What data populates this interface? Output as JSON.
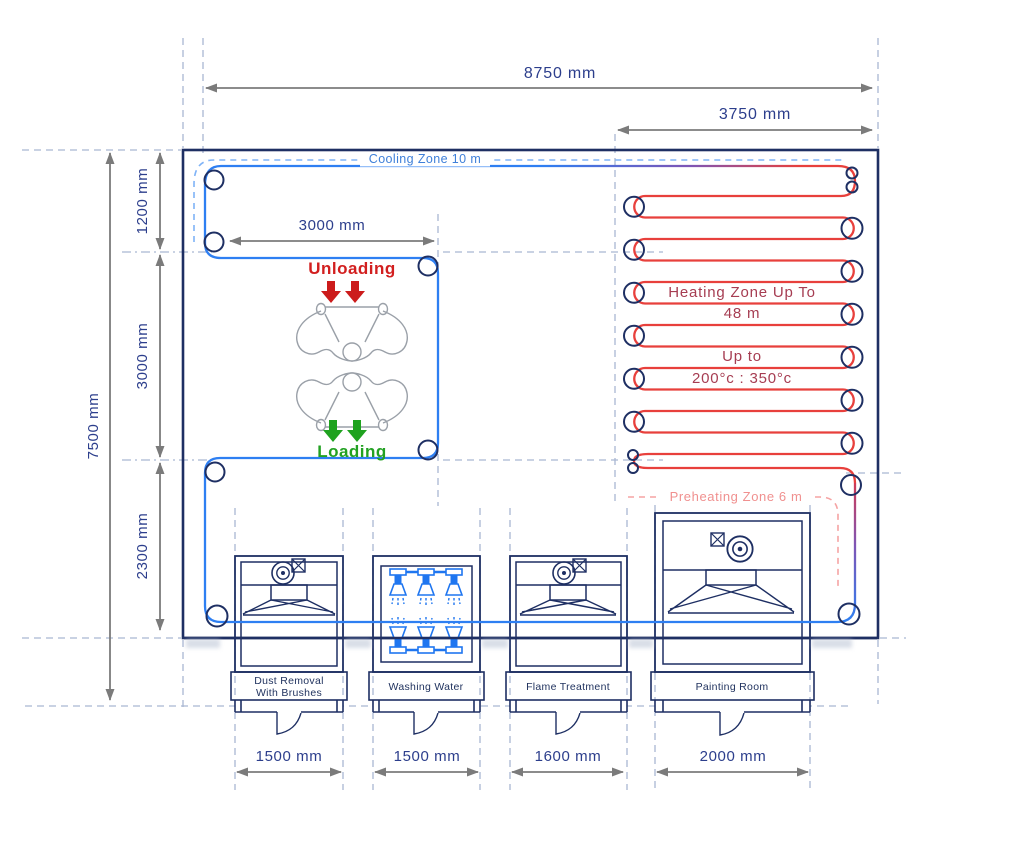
{
  "dimensions": {
    "overall_width": "8750 mm",
    "heating_zone_width": "3750 mm",
    "overall_height": "7500 mm",
    "cooling_band_height": "1200 mm",
    "work_area_height": "3000 mm",
    "lower_band_height": "2300 mm",
    "work_area_width": "3000 mm"
  },
  "zones": {
    "cooling_label": "Cooling Zone 10 m",
    "heating_label_line1": "Heating Zone Up To",
    "heating_label_line2": "48 m",
    "heating_temp_line1": "Up to",
    "heating_temp_line2": "200°c : 350°c",
    "preheating_label": "Preheating Zone 6 m"
  },
  "workflow": {
    "unloading_label": "Unloading",
    "loading_label": "Loading"
  },
  "stations": [
    {
      "name_line1": "Dust Removal",
      "name_line2": "With Brushes",
      "width": "1500 mm"
    },
    {
      "name_line1": "Washing Water",
      "width": "1500 mm"
    },
    {
      "name_line1": "Flame Treatment",
      "width": "1600 mm"
    },
    {
      "name_line1": "Painting Room",
      "width": "2000 mm"
    }
  ],
  "colors": {
    "conveyor_blue": "#2e7ff2",
    "heating_red": "#e8403c",
    "outline_navy": "#1e2f63",
    "cooling_dash_blue": "#7fb3f7",
    "preheating_salmon": "#f5a3a3",
    "unloading_red": "#d21f1f",
    "loading_green": "#22a122",
    "dimension_gray": "#7b7b7b",
    "dimension_text_navy": "#2c3e8c",
    "heating_text_maroon": "#a63d52",
    "washing_blue": "#1f76f0"
  }
}
